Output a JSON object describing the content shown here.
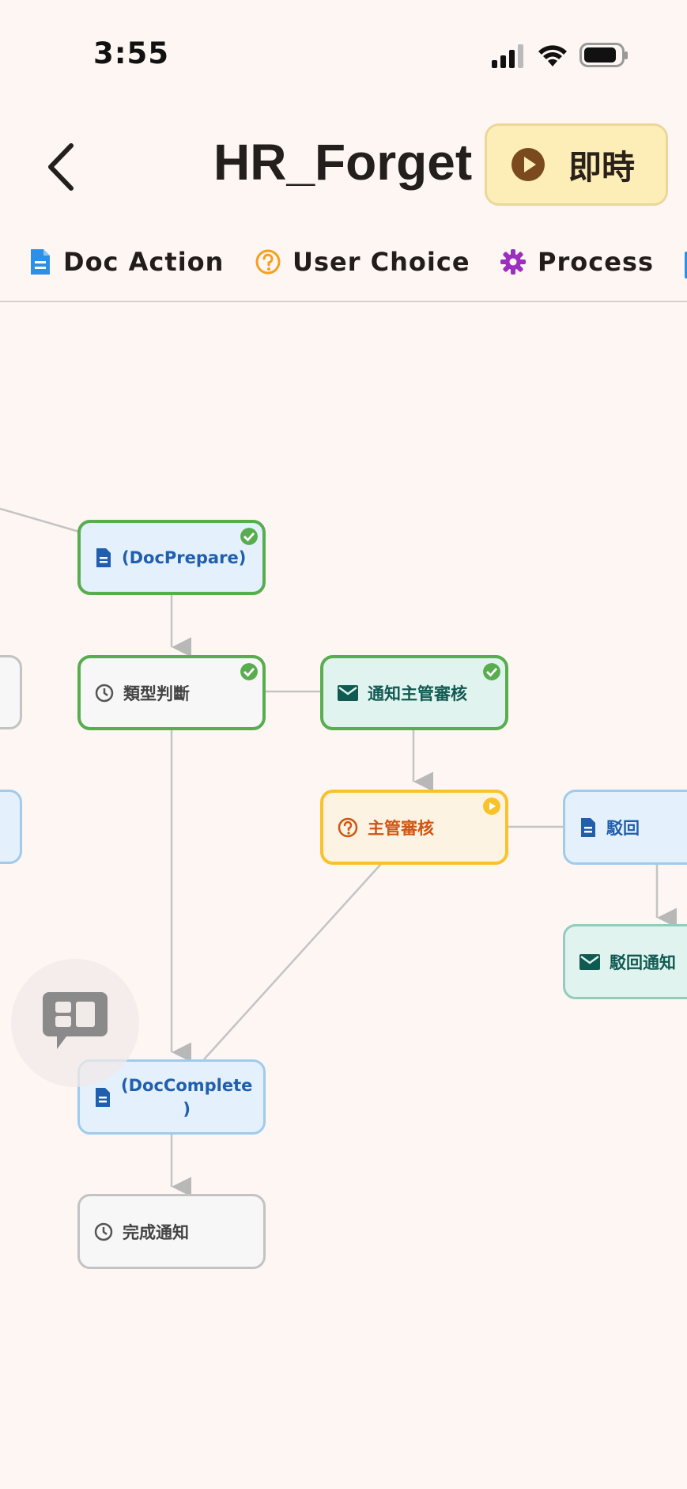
{
  "status_bar": {
    "time": "3:55"
  },
  "header": {
    "title": "HR_Forget",
    "live_button_label": "即時"
  },
  "legend": [
    {
      "label": "Doc Action",
      "icon": "document-icon",
      "color": "#2e8fe6"
    },
    {
      "label": "User Choice",
      "icon": "question-circle-icon",
      "color": "#f4a01d"
    },
    {
      "label": "Process",
      "icon": "gear-icon",
      "color": "#9b2fbf"
    }
  ],
  "nodes": {
    "doc_prepare": {
      "label": "(DocPrepare)",
      "status": "completed"
    },
    "type_check": {
      "label": "類型判斷",
      "status": "completed"
    },
    "notify_manager": {
      "label": "通知主管審核",
      "status": "completed"
    },
    "manager_review": {
      "label": "主管審核",
      "status": "running"
    },
    "reject": {
      "label": "駁回"
    },
    "reject_notify": {
      "label": "駁回通知"
    },
    "doc_complete": {
      "label_line1": "(DocComplete",
      "label_line2": ")"
    },
    "complete_notify": {
      "label": "完成通知"
    }
  },
  "colors": {
    "completed": "#58ad4f",
    "running": "#f9c22a",
    "background": "#fdf6f3"
  }
}
